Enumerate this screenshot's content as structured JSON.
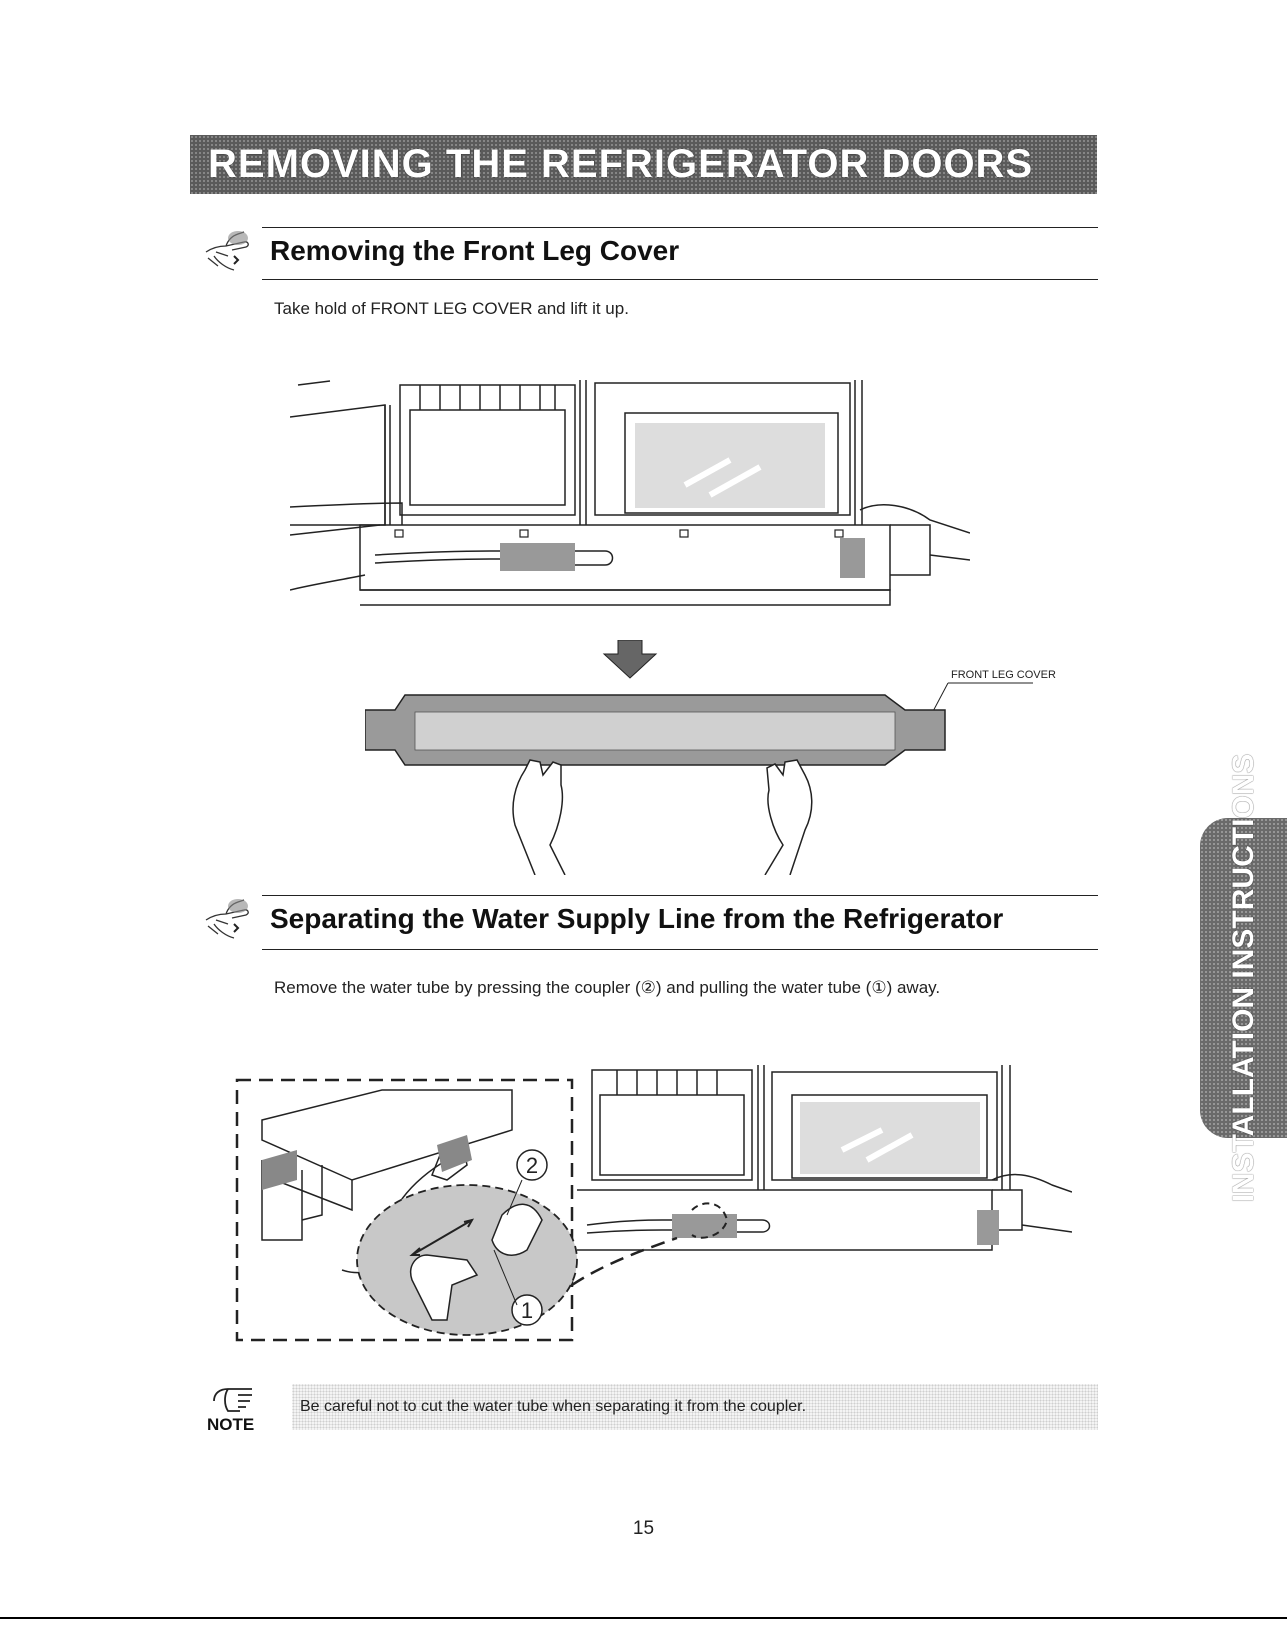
{
  "banner": {
    "title": "REMOVING THE REFRIGERATOR DOORS"
  },
  "section1": {
    "title": "Removing the Front Leg Cover",
    "instruction": "Take hold of FRONT LEG COVER and lift it up.",
    "callout": "FRONT LEG COVER"
  },
  "section2": {
    "title": "Separating the Water Supply Line from the Refrigerator",
    "instruction": "Remove the water tube by pressing the coupler (②) and pulling the water tube (①) away.",
    "marker_1": "1",
    "marker_2": "2"
  },
  "side_tab": {
    "label": "INSTALLATION INSTRUCTIONS"
  },
  "note": {
    "label": "NOTE",
    "text": "Be careful not to cut the water tube when separating it from the coupler."
  },
  "page_number": "15",
  "icons": [
    "hand-pointer-icon",
    "pointing-hand-icon"
  ]
}
